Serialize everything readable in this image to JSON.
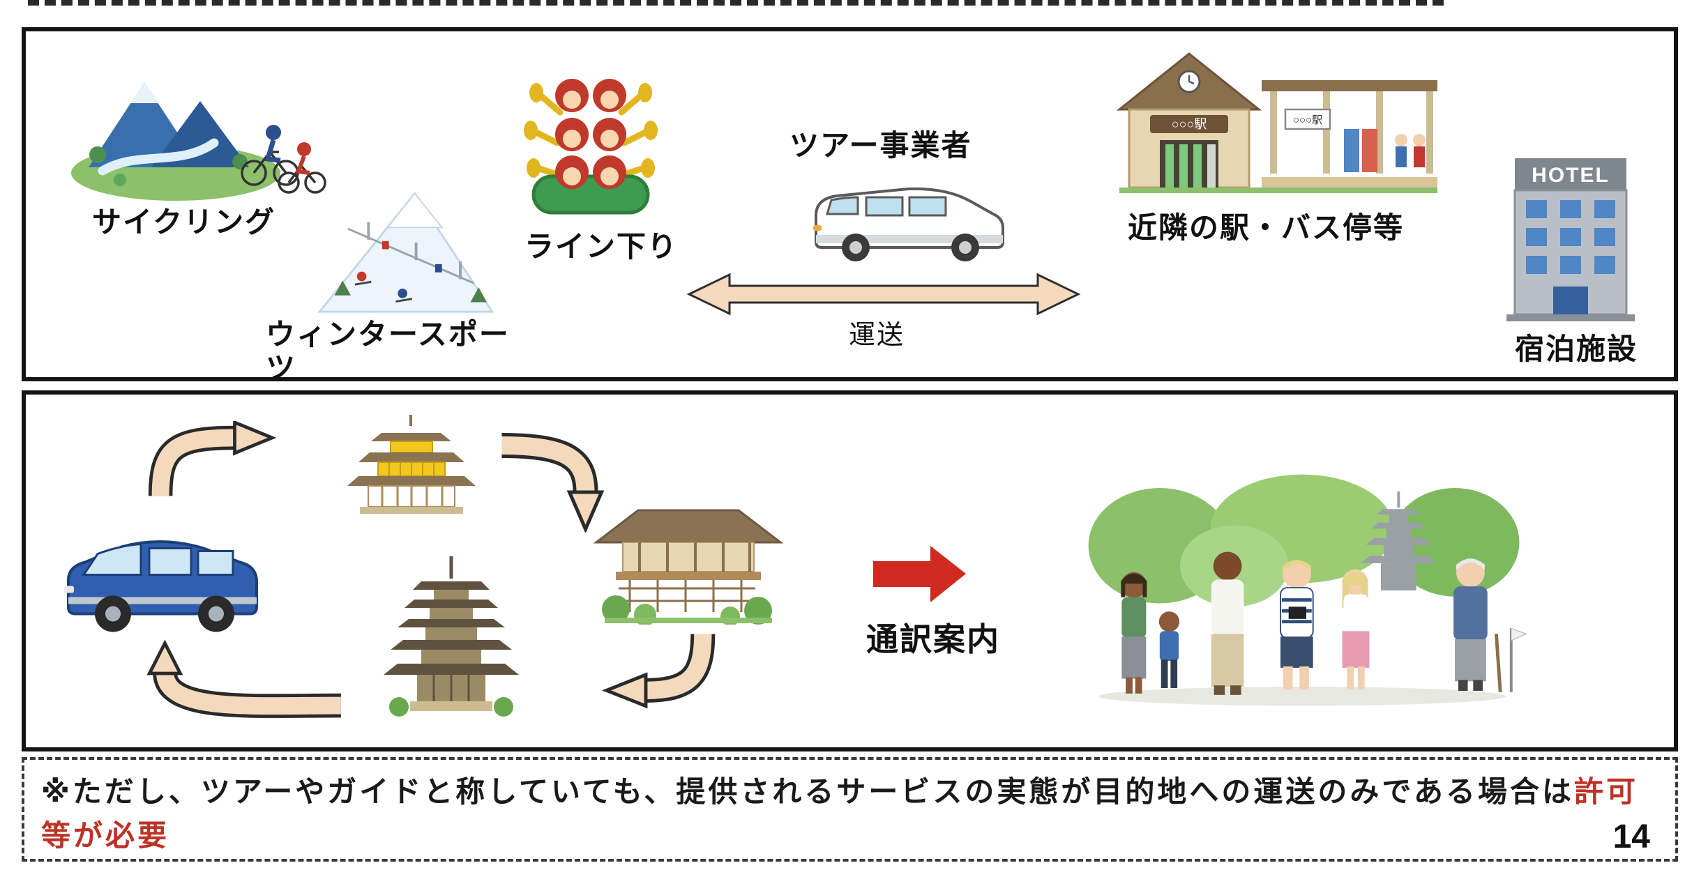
{
  "colors": {
    "panel_border": "#141414",
    "arrow_fill": "#f5d9bd",
    "arrow_outline": "#2e2e2e",
    "red_arrow": "#cf2b20",
    "highlight_red": "#bf3126"
  },
  "icons": {
    "cycling-illustration": "mountains-with-cyclists",
    "winter-sports-illustration": "ski-slope-with-lift",
    "rafting-illustration": "raft-with-paddlers",
    "tour-van-icon": "white-minivan",
    "transport-double-arrow-icon": "two-headed-arrow",
    "station-illustration": "train-station-building",
    "hotel-illustration": "hotel-building",
    "blue-van-icon": "blue-minivan",
    "golden-pavilion-icon": "kinkakuji-temple",
    "temple-illustration": "kiyomizu-temple",
    "pagoda-icon": "five-story-pagoda",
    "cycle-arrow-icon": "curved-block-arrow",
    "red-arrow-icon": "solid-right-arrow",
    "tourists-illustration": "group-of-foreign-tourists"
  },
  "panel1": {
    "cycling_label": "サイクリング",
    "winter_label": "ウィンタースポーツ",
    "rafting_label": "ライン下り",
    "operator_label": "ツアー事業者",
    "transport_label": "運送",
    "station_label": "近隣の駅・バス停等",
    "station_sign": "○○○駅",
    "hotel_label": "宿泊施設",
    "hotel_sign": "HOTEL"
  },
  "panel2": {
    "guide_label": "通訳案内"
  },
  "note": {
    "prefix": "※ただし、ツアーやガイドと称していても、提供されるサービスの実態が目的地への運送のみである場合は",
    "highlight": "許可等が必要"
  },
  "page_number": "14"
}
